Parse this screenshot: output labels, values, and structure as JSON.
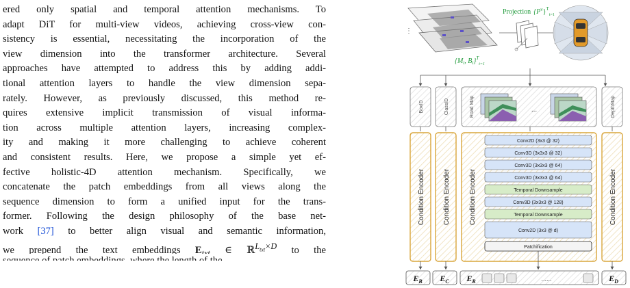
{
  "paper": {
    "lines": [
      "ered only spatial and temporal attention mechanisms. To",
      "adapt DiT for multi-view videos, achieving cross-view con-",
      "sistency is essential, necessitating the incorporation of the",
      "view dimension into the transformer architecture. Several",
      "approaches have attempted to address this by adding addi-",
      "tional attention layers to handle the view dimension sepa-",
      "rately. However, as previously discussed, this method re-",
      "quires extensive implicit transmission of visual informa-",
      "tion across multiple attention layers, increasing complex-",
      "ity and making it more challenging to achieve coherent",
      "and consistent results. Here, we propose a simple yet ef-",
      "fective holistic-4D attention mechanism. Specifically, we",
      "concatenate the patch embeddings from all views along the",
      "sequence dimension to form a unified input for the trans-",
      "former. Following the design philosophy of the base net-"
    ],
    "line16_before": "work ",
    "line16_cite": "[37]",
    "line16_after": " to better align visual and semantic information,",
    "line17_before": "we prepend the text embeddings ",
    "line17_math": "E",
    "line17_sub": "txt",
    "line17_in": " ∈ ℝ",
    "line17_sup": "L",
    "line17_supsub": "txt",
    "line17_supend": "×D",
    "line17_after": " to the",
    "line18_partial": "sequence of patch embeddings, where the length of the"
  },
  "figure": {
    "projection_label": "Projection",
    "projection_math": "{P",
    "projection_sup": "v",
    "projection_end": "}",
    "projection_range": "T",
    "projection_range_sub": "t=1",
    "map_math": "{M",
    "map_sub1": "t",
    "map_comma": ", B",
    "map_sub2": "t",
    "map_end": "}",
    "map_range": "T",
    "map_range_sub": "t=1",
    "input_labels": [
      "BoxID",
      "ClassID",
      "Road Map",
      "DepthMap"
    ],
    "ellipsis": "...",
    "encoder_label": "Condition Encoder",
    "layers": [
      "Conv2D (3x3 @ 32)",
      "Conv3D (3x3x3 @ 32)",
      "Conv3D (3x3x3 @ 64)",
      "Conv3D (3x3x3 @ 64)",
      "Temporal Downsample",
      "Conv3D (3x3x3 @ 128)",
      "Temporal Downsample",
      "Conv2D (3x3 @ d)",
      "Patchification"
    ],
    "outputs": {
      "b": "E",
      "b_sub": "B",
      "c": "E",
      "c_sub": "C",
      "r": "E",
      "r_sub": "R",
      "d": "E",
      "d_sub": "D",
      "dots": "......"
    },
    "colors": {
      "encoder_border": "#d9a53a",
      "blue_layer": "#d6e4f8",
      "green_layer": "#d7ecc8",
      "input_bg": "#eeeeee"
    }
  }
}
